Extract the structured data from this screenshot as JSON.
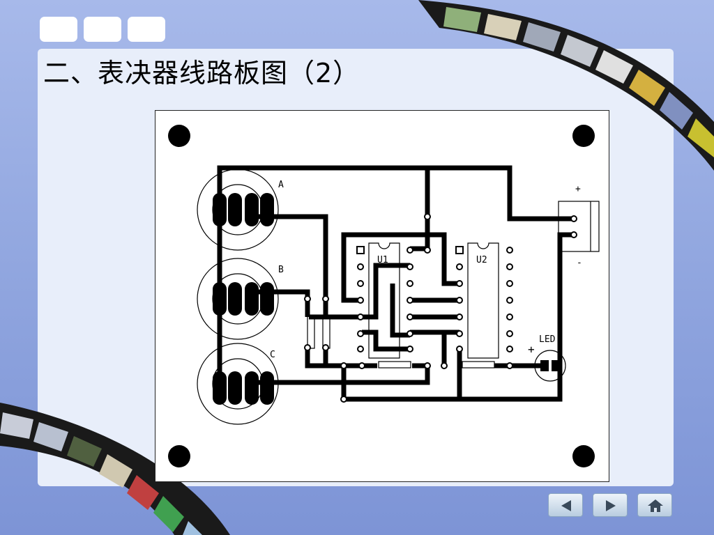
{
  "slide": {
    "title": "二、表决器线路板图（2）"
  },
  "pcb": {
    "labels": {
      "switch_a": "A",
      "switch_b": "B",
      "switch_c": "C",
      "ic1": "U1",
      "ic2": "U2",
      "led": "LED",
      "led_plus": "+",
      "power_plus": "+",
      "power_minus": "-"
    }
  },
  "nav": {
    "prev_icon": "triangle-left-icon",
    "next_icon": "triangle-right-icon",
    "home_icon": "house-icon"
  },
  "colors": {
    "background": "#93a8e0",
    "panel": "#e8eefa",
    "copper_trace": "#000000"
  }
}
